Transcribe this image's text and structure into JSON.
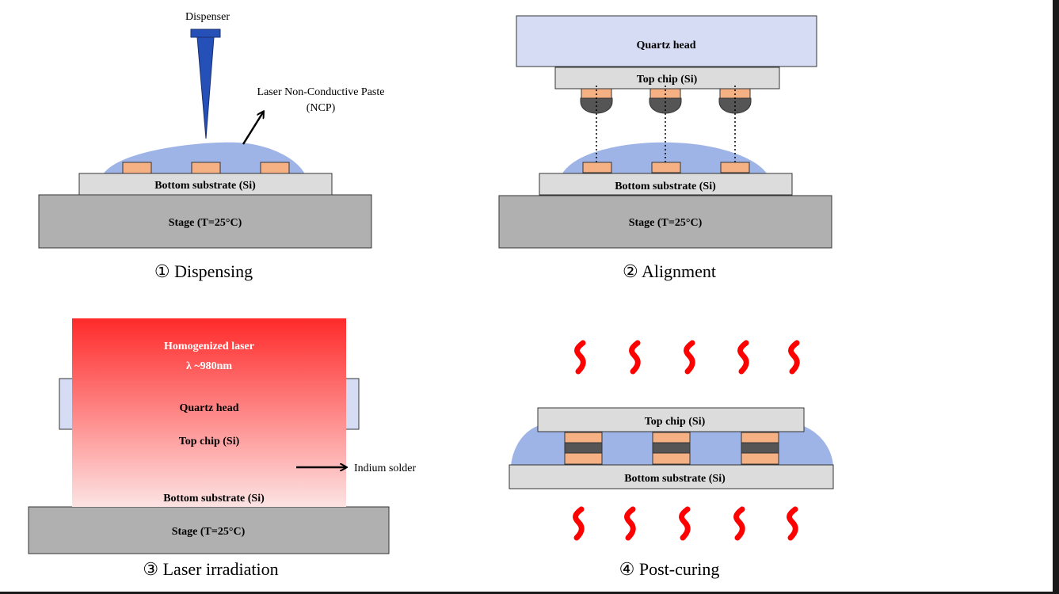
{
  "colors": {
    "stage": "#b0b0b0",
    "substrate": "#dcdcdc",
    "pad": "#f5b184",
    "ncp": "#9eb3e6",
    "quartz": "#d6dcf4",
    "solder": "#555555",
    "dispenser": "#2450b8",
    "heat": "#ff0000",
    "laser_top": "#ff2a2a",
    "laser_bottom": "#fde3e3"
  },
  "panel1": {
    "dispenser": "Dispenser",
    "ncp_line1": "Laser Non-Conductive Paste",
    "ncp_line2": "(NCP)",
    "substrate": "Bottom substrate (Si)",
    "stage": "Stage (T=25°C)",
    "caption": "① Dispensing"
  },
  "panel2": {
    "quartz": "Quartz head",
    "top_chip": "Top chip (Si)",
    "substrate": "Bottom substrate (Si)",
    "stage": "Stage (T=25°C)",
    "caption": "② Alignment"
  },
  "panel3": {
    "laser_line1": "Homogenized laser",
    "laser_line2": "λ ~980nm",
    "quartz": "Quartz head",
    "top_chip": "Top chip (Si)",
    "indium": "Indium solder",
    "substrate": "Bottom substrate (Si)",
    "stage": "Stage (T=25°C)",
    "caption": "③ Laser irradiation"
  },
  "panel4": {
    "top_chip": "Top chip (Si)",
    "substrate": "Bottom substrate (Si)",
    "caption": "④ Post-curing",
    "heat_icon": "heat-wave-icon"
  }
}
